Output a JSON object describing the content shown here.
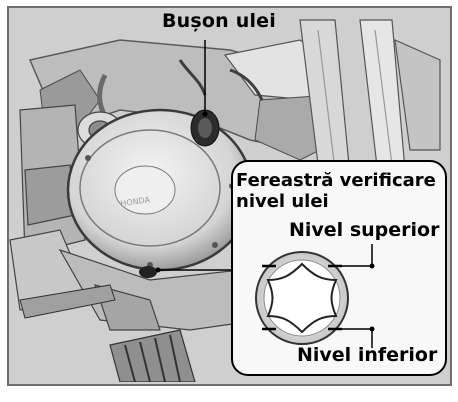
{
  "labels": {
    "oil_cap": "Bușon ulei",
    "window_title_line1": "Fereastră verificare",
    "window_title_line2": "nivel ulei",
    "upper_level": "Nivel superior",
    "lower_level": "Nivel inferior"
  },
  "colors": {
    "background": "#cfcfcf",
    "engine_dark": "#3a3a3a",
    "engine_light": "#e6e6e6",
    "inset_border": "#000000",
    "text": "#000000"
  }
}
